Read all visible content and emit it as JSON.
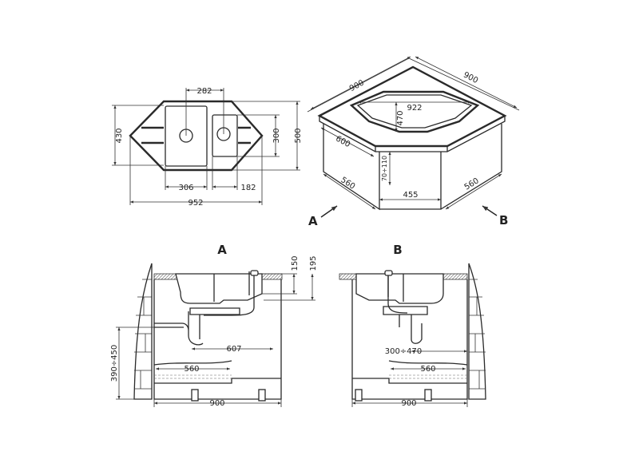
{
  "plan": {
    "d282": "282",
    "d430": "430",
    "d300": "300",
    "d500": "500",
    "d306": "306",
    "d182": "182",
    "d952": "952"
  },
  "iso": {
    "d900a": "900",
    "d900b": "900",
    "d922": "922",
    "d470": "470",
    "d600": "600",
    "d560a": "560",
    "d70": "70÷110",
    "d455": "455",
    "d560b": "560",
    "view_a": "A",
    "view_b": "B"
  },
  "section_a": {
    "title": "A",
    "d150": "150",
    "d195": "195",
    "d390": "390÷450",
    "d607": "607",
    "d560": "560",
    "d900": "900"
  },
  "section_b": {
    "title": "B",
    "d300": "300÷470",
    "d560": "560",
    "d900": "900"
  }
}
